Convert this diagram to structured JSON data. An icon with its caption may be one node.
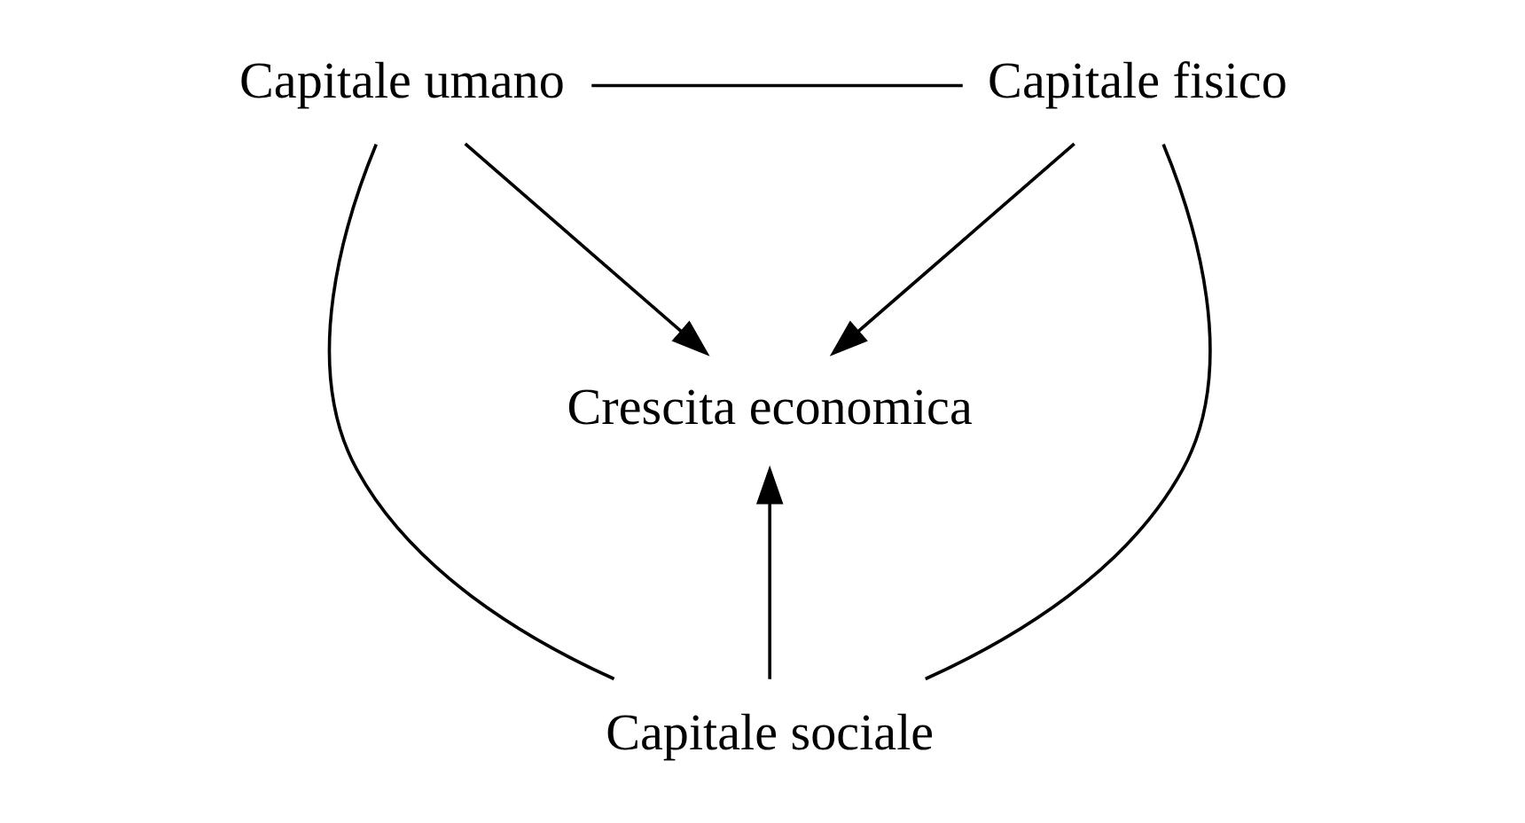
{
  "diagram": {
    "nodes": [
      {
        "text": [
          "Capitale umano"
        ]
      },
      {
        "text": [
          "Capitale fisico"
        ]
      },
      {
        "text": [
          "Crescita economica"
        ]
      },
      {
        "text": [
          "Capitale sociale"
        ]
      }
    ],
    "edges": [
      {
        "from": 0,
        "to": 1,
        "arrow": "none"
      },
      {
        "from": 0,
        "to": 3,
        "arrow": "none"
      },
      {
        "from": 1,
        "to": 3,
        "arrow": "none"
      },
      {
        "from": 0,
        "to": 2,
        "arrow": "to"
      },
      {
        "from": 1,
        "to": 2,
        "arrow": "to"
      },
      {
        "from": 3,
        "to": 2,
        "arrow": "to"
      }
    ]
  }
}
